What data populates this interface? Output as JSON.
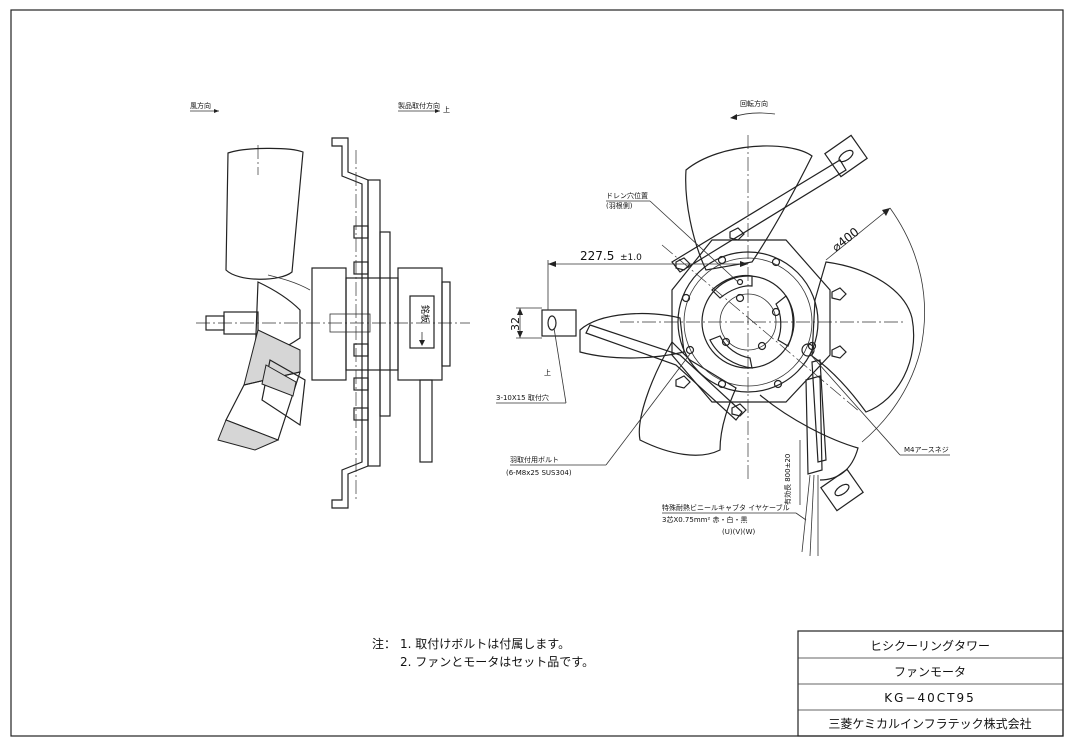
{
  "side_view": {
    "air_direction_label": "風方向",
    "mount_direction_label": "製品取付方向",
    "mount_direction_up": "上",
    "nameplate_text": "銘板"
  },
  "front_view": {
    "rotation_label": "回転方向",
    "drain_hole_label": "ドレン穴位置",
    "drain_hole_sub": "(羽根側)",
    "dim_227": "227.5",
    "dim_227_tol": "±1.0",
    "dim_32": "32",
    "dim_400": "⌀400",
    "up_label": "上",
    "mount_hole_label": "3-10X15 取付穴",
    "bolt_label": "羽取付用ボルト",
    "bolt_spec": "(6-M8x25 SUS304)",
    "earth_screw_label": "M4アースネジ",
    "cable_length": "有効長 800±20",
    "cable_label": "特殊耐熱ビニールキャブタ イヤケーブル",
    "cable_spec": "3芯X0.75mm² 赤・白・黒",
    "cable_codes": "(U)(V)(W)"
  },
  "notes": {
    "prefix": "注：",
    "note1": "1. 取付けボルトは付属します。",
    "note2": "2. ファンとモータはセット品です。"
  },
  "title_block": {
    "row1": "ヒシクーリングタワー",
    "row2": "ファンモータ",
    "row3": "KG−40CT95",
    "row4": "三菱ケミカルインフラテック株式会社"
  }
}
